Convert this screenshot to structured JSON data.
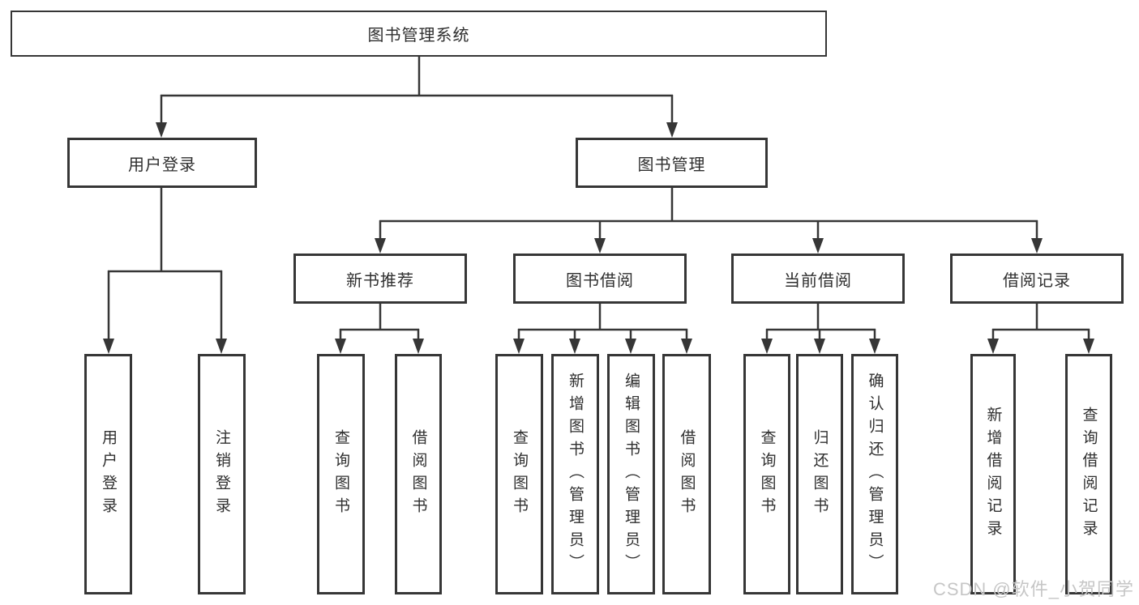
{
  "colors": {
    "line": "#363636",
    "text": "#2f2f2f",
    "background": "#ffffff",
    "watermark": "#c6c6c6"
  },
  "watermark": {
    "text": "CSDN @软件_小贺同学"
  },
  "tree": {
    "label": "图书管理系统",
    "children": [
      {
        "label": "用户登录",
        "children": [
          {
            "label": "用户登录"
          },
          {
            "label": "注销登录"
          }
        ]
      },
      {
        "label": "图书管理",
        "children": [
          {
            "label": "新书推荐",
            "children": [
              {
                "label": "查询图书"
              },
              {
                "label": "借阅图书"
              }
            ]
          },
          {
            "label": "图书借阅",
            "children": [
              {
                "label": "查询图书"
              },
              {
                "label": "新增图书（管理员）"
              },
              {
                "label": "编辑图书（管理员）"
              },
              {
                "label": "借阅图书"
              }
            ]
          },
          {
            "label": "当前借阅",
            "children": [
              {
                "label": "查询图书"
              },
              {
                "label": "归还图书"
              },
              {
                "label": "确认归还（管理员）"
              }
            ]
          },
          {
            "label": "借阅记录",
            "children": [
              {
                "label": "新增借阅记录"
              },
              {
                "label": "查询借阅记录"
              }
            ]
          }
        ]
      }
    ]
  }
}
